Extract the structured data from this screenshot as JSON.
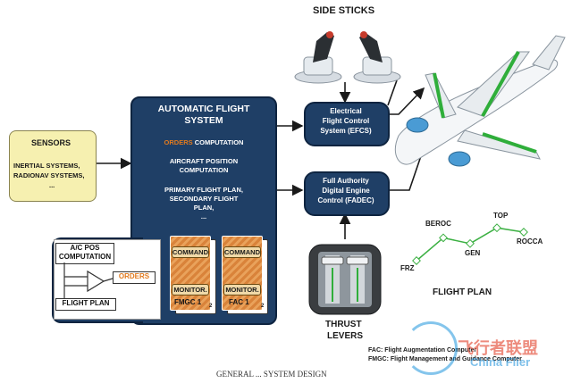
{
  "side_sticks_label": "SIDE STICKS",
  "sensors": {
    "title": "SENSORS",
    "line1": "INERTIAL SYSTEMS,",
    "line2": "RADIONAV SYSTEMS,",
    "line3": "..."
  },
  "afs": {
    "title_line1": "AUTOMATIC FLIGHT",
    "title_line2": "SYSTEM",
    "orders_word": "ORDERS",
    "computation_word": " COMPUTATION",
    "pos_line1": "AIRCRAFT POSITION",
    "pos_line2": "COMPUTATION",
    "plan_line1": "PRIMARY FLIGHT PLAN,",
    "plan_line2": "SECONDARY FLIGHT",
    "plan_line3": "PLAN,",
    "plan_line4": "..."
  },
  "efcs": {
    "line1": "Electrical",
    "line2": "Flight Control",
    "line3": "System (EFCS)"
  },
  "fadec": {
    "line1": "Full Authority",
    "line2": "Digital Engine",
    "line3": "Control (FADEC)"
  },
  "inner": {
    "ac_pos_line1": "A/C  POS",
    "ac_pos_line2": "COMPUTATION",
    "orders": "ORDERS",
    "flight_plan": "FLIGHT PLAN"
  },
  "fmgc": {
    "command": "COMMAND",
    "monitor": "MONITOR.",
    "name": "FMGC 1",
    "index": "2"
  },
  "fac": {
    "command": "COMMAND",
    "monitor": "MONITOR.",
    "name": "FAC 1",
    "index": "2"
  },
  "thrust_levers": {
    "line1": "THRUST",
    "line2": "LEVERS"
  },
  "flight_plan": {
    "title": "FLIGHT PLAN",
    "waypoints": [
      {
        "name": "FRZ",
        "x": 0,
        "y": 0
      },
      {
        "name": "BEROC",
        "x": 1,
        "y": 1.6
      },
      {
        "name": "GEN",
        "x": 2,
        "y": 1.2
      },
      {
        "name": "TOP",
        "x": 3,
        "y": 2.3
      },
      {
        "name": "ROCCA",
        "x": 4,
        "y": 2.0
      }
    ]
  },
  "footnotes": {
    "fac": "FAC: Flight Augmentation Computer",
    "fmgc": "FMGC: Flight Management and Guidance Computer"
  },
  "caption": "GENERAL ... SYSTEM DESIGN",
  "watermark": {
    "chinese": "飞行者联盟",
    "english": "China Flier"
  },
  "colors": {
    "navy": "#1f3f66",
    "sensor_fill": "#f6f0b0",
    "orange": "#e07a1f",
    "route_green": "#3cb043",
    "wing_green": "#2fae3a"
  }
}
